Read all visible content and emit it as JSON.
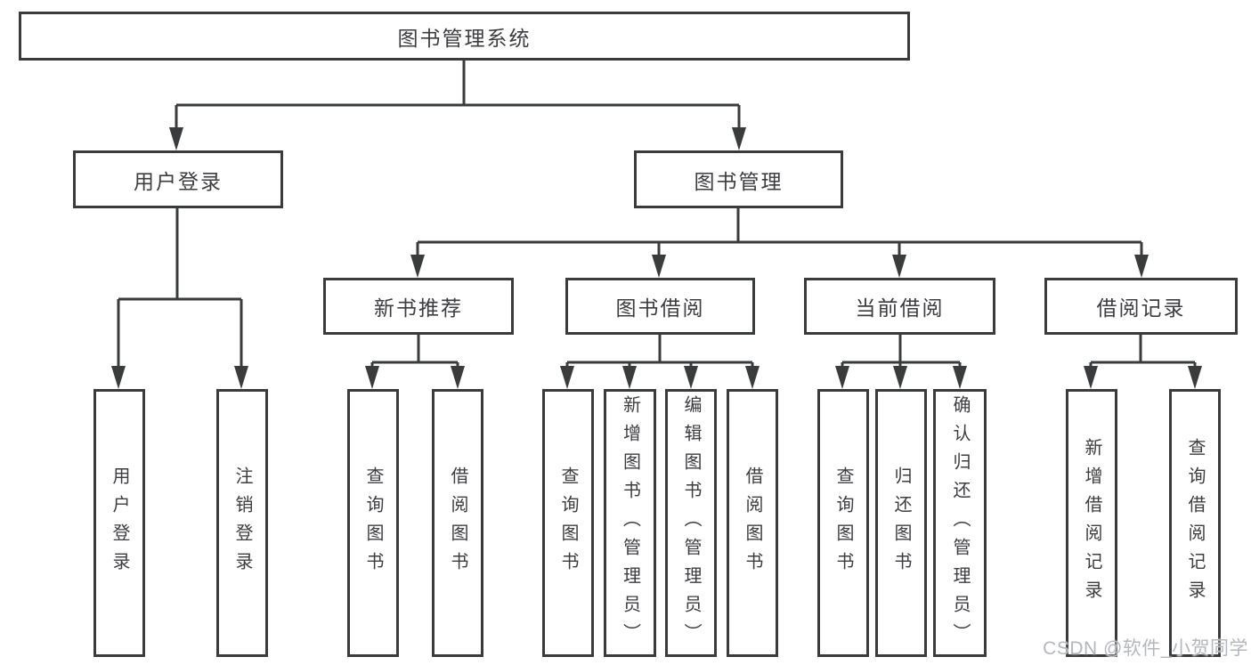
{
  "tree": {
    "root": {
      "label": "图书管理系统"
    },
    "branches": [
      {
        "label": "用户登录",
        "children": [
          {
            "label": "用户登录"
          },
          {
            "label": "注销登录"
          }
        ]
      },
      {
        "label": "图书管理",
        "children": [
          {
            "label": "新书推荐",
            "children": [
              {
                "label": "查询图书"
              },
              {
                "label": "借阅图书"
              }
            ]
          },
          {
            "label": "图书借阅",
            "children": [
              {
                "label": "查询图书"
              },
              {
                "label": "新增图书（管理员）"
              },
              {
                "label": "编辑图书（管理员）"
              },
              {
                "label": "借阅图书"
              }
            ]
          },
          {
            "label": "当前借阅",
            "children": [
              {
                "label": "查询图书"
              },
              {
                "label": "归还图书"
              },
              {
                "label": "确认归还（管理员）"
              }
            ]
          },
          {
            "label": "借阅记录",
            "children": [
              {
                "label": "新增借阅记录"
              },
              {
                "label": "查询借阅记录"
              }
            ]
          }
        ]
      }
    ]
  },
  "watermark": "CSDN @软件_小贺同学",
  "colors": {
    "line": "#3a3b3d",
    "text": "#3c3d40",
    "watermark": "#b4b7bd",
    "background": "#ffffff"
  }
}
